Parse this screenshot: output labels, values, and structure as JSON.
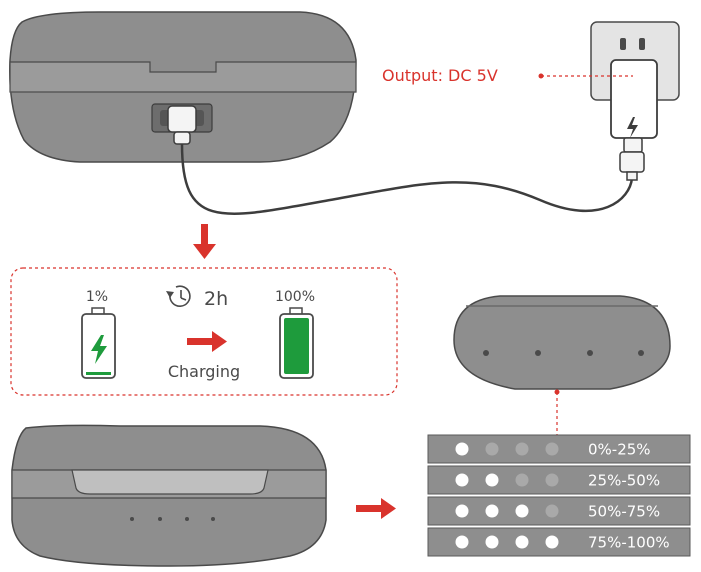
{
  "adapter": {
    "output_label": "Output: DC 5V"
  },
  "charging": {
    "start_level": "1%",
    "duration": "2h",
    "status": "Charging",
    "end_level": "100%"
  },
  "indicator_levels": [
    {
      "label": "0%-25%",
      "lit": 1
    },
    {
      "label": "25%-50%",
      "lit": 2
    },
    {
      "label": "50%-75%",
      "lit": 3
    },
    {
      "label": "75%-100%",
      "lit": 4
    }
  ],
  "colors": {
    "accent_red": "#d9332c",
    "battery_green": "#1e9b3c",
    "case_gray": "#8e8e8e",
    "led_on": "#ffffff",
    "led_off": "#a9a9a9"
  }
}
